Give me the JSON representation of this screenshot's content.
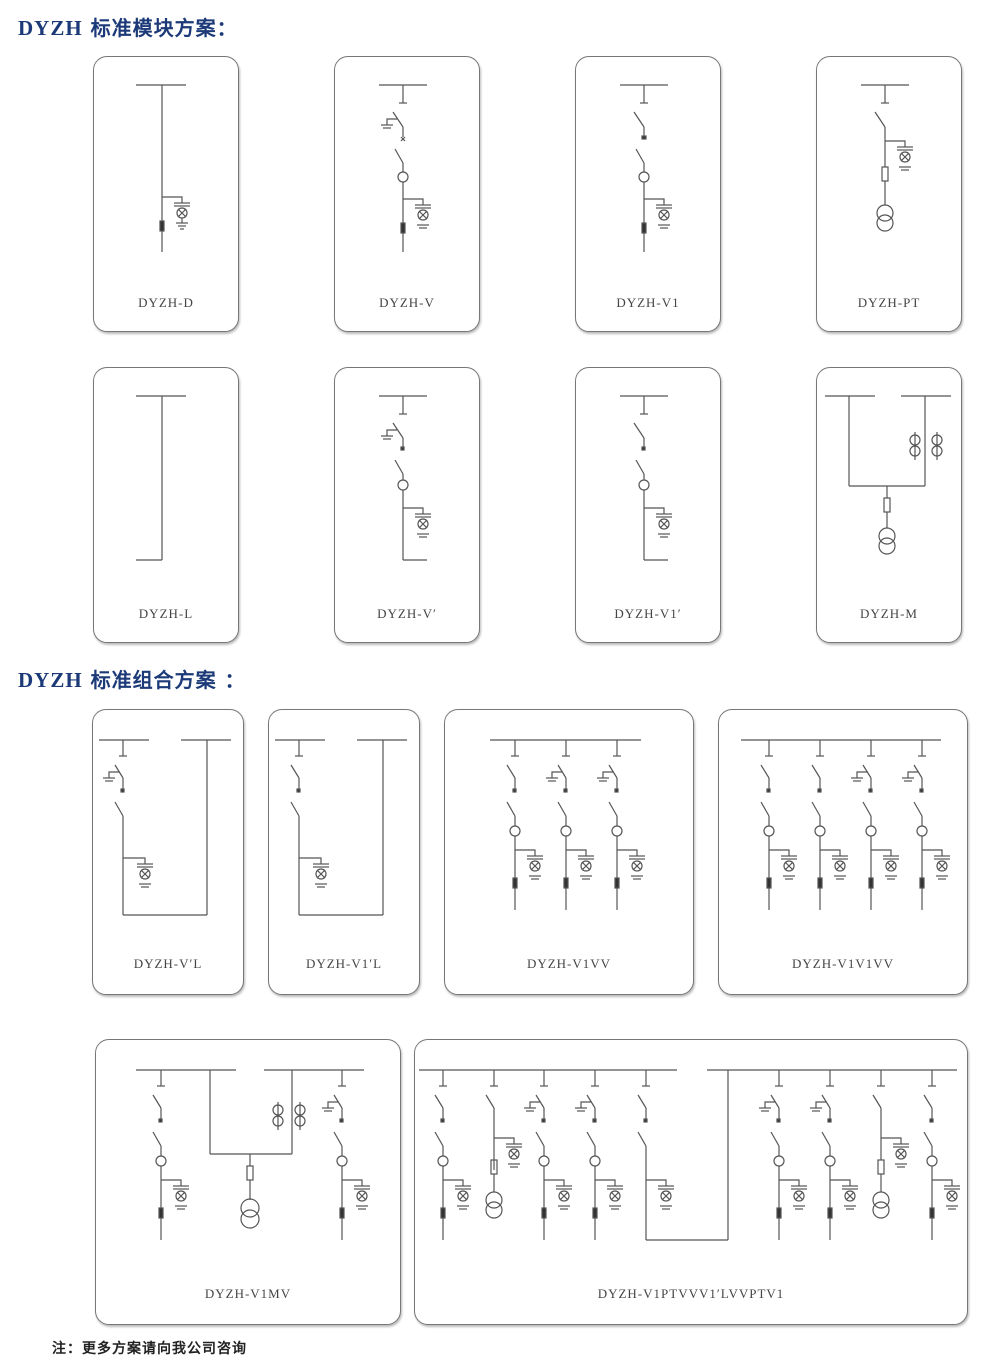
{
  "sections": {
    "modules": {
      "latin": "DYZH",
      "title": "标准模块方案："
    },
    "combos": {
      "latin": "DYZH",
      "title": "标准组合方案 ："
    }
  },
  "modules": [
    {
      "id": "D",
      "label": "DYZH-D"
    },
    {
      "id": "V",
      "label": "DYZH-V"
    },
    {
      "id": "V1",
      "label": "DYZH-V1"
    },
    {
      "id": "PT",
      "label": "DYZH-PT"
    },
    {
      "id": "L",
      "label": "DYZH-L"
    },
    {
      "id": "Vp",
      "label": "DYZH-V′"
    },
    {
      "id": "V1p",
      "label": "DYZH-V1′"
    },
    {
      "id": "M",
      "label": "DYZH-M"
    }
  ],
  "combos": [
    {
      "id": "VpL",
      "label": "DYZH-V′L"
    },
    {
      "id": "V1pL",
      "label": "DYZH-V1′L"
    },
    {
      "id": "V1VV",
      "label": "DYZH-V1VV"
    },
    {
      "id": "V1V1VV",
      "label": "DYZH-V1V1VV"
    },
    {
      "id": "V1MV",
      "label": "DYZH-V1MV"
    },
    {
      "id": "long",
      "label": "DYZH-V1PTVVV1′LVVPTV1"
    }
  ],
  "note": "注：更多方案请向我公司咨询"
}
